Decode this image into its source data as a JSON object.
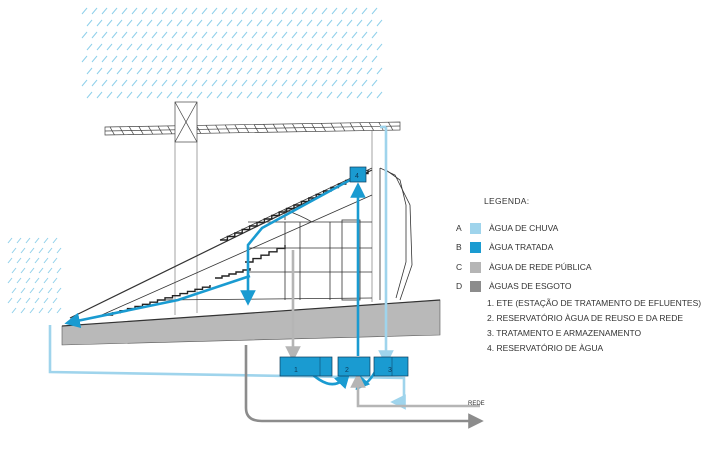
{
  "legend": {
    "title": "LEGENDA:",
    "items": [
      {
        "letter": "A",
        "label": "ÀGUA DE CHUVA",
        "color": "#9fd4ec"
      },
      {
        "letter": "B",
        "label": "ÀGUA TRATADA",
        "color": "#1a9bd1"
      },
      {
        "letter": "C",
        "label": "ÀGUA DE REDE PÚBLICA",
        "color": "#b5b5b5"
      },
      {
        "letter": "D",
        "label": "ÀGUAS DE ESGOTO",
        "color": "#8c8c8c"
      }
    ],
    "notes": [
      "1. ETE (ESTAÇÃO DE TRATAMENTO DE EFLUENTES)",
      "2. RESERVATÓRIO ÀGUA DE REUSO E DA REDE",
      "3. TRATAMENTO E ARMAZENAMENTO",
      "4. RESERVATÓRIO DE ÀGUA"
    ]
  },
  "tanks": {
    "t1": "1",
    "t2": "2",
    "t3": "3",
    "t4": "4"
  },
  "rede_label": "REDE"
}
